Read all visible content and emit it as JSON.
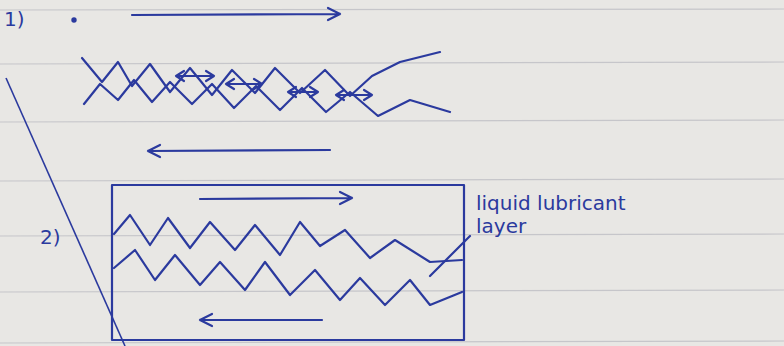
{
  "diagram": {
    "labels": [
      "1)",
      "2)",
      "liquid lubricant layer"
    ]
  }
}
